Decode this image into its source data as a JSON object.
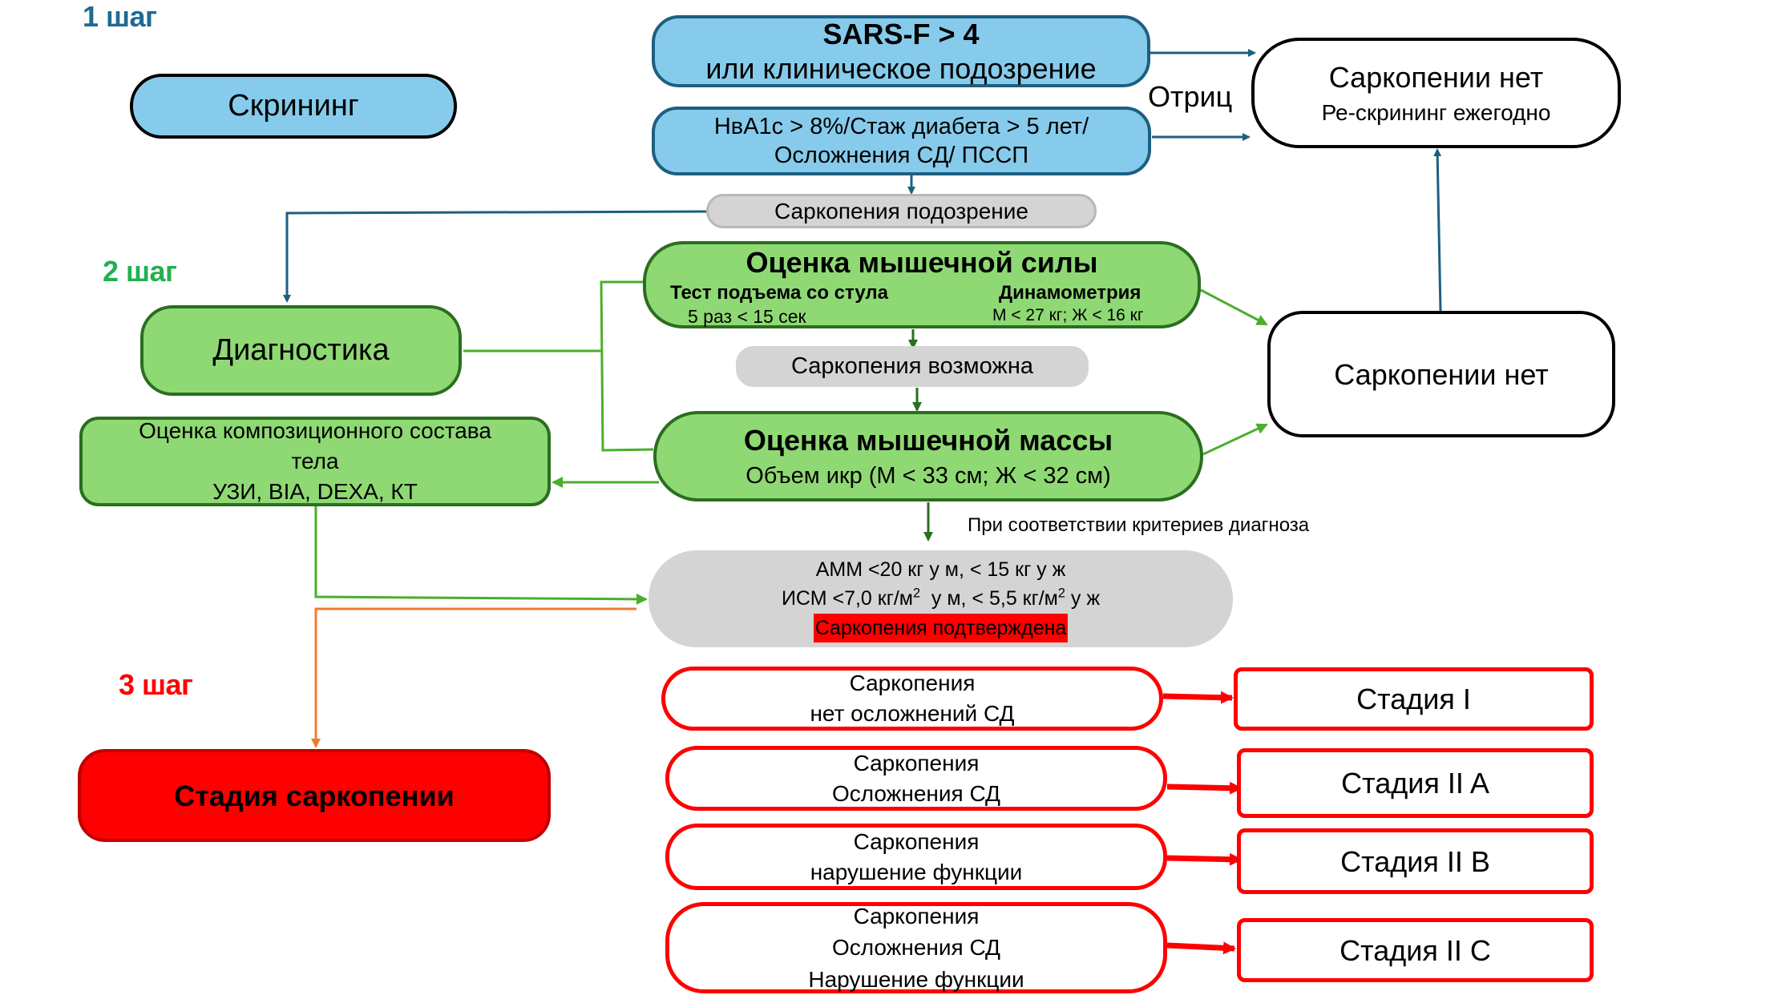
{
  "steps": {
    "step1": {
      "label": "1 шаг",
      "color": "#1f6a94"
    },
    "step2": {
      "label": "2 шаг",
      "color": "#22b050"
    },
    "step3": {
      "label": "3 шаг",
      "color": "#ff0000"
    }
  },
  "screening": {
    "label": "Скрининг"
  },
  "sarsf": {
    "title": "SARS-F > 4",
    "subtitle": "или клиническое подозрение"
  },
  "risk_factors": {
    "line1": "НвА1с > 8%/Стаж диабета > 5 лет/",
    "line2": "Осложнения СД/ ПССП"
  },
  "negative_label": "Отриц",
  "no_sarcopenia_top": {
    "title": "Саркопении нет",
    "subtitle": "Ре-скрининг ежегодно"
  },
  "suspicion": {
    "label": "Саркопения подозрение"
  },
  "diagnostics": {
    "label": "Диагностика"
  },
  "muscle_strength": {
    "title": "Оценка мышечной силы",
    "left_title": "Тест подъема со стула",
    "left_value": "5 раз < 15 сек",
    "right_title": "Динамометрия",
    "right_value": "М < 27 кг; Ж < 16 кг"
  },
  "possible": {
    "label": "Саркопения возможна"
  },
  "no_sarcopenia_mid": {
    "label": "Саркопении нет"
  },
  "body_composition": {
    "line1": "Оценка композиционного состава",
    "line2": "тела",
    "line3": "УЗИ, BIA, DEXA, КТ"
  },
  "muscle_mass": {
    "title": "Оценка мышечной массы",
    "subtitle": "Объем икр (М < 33 см; Ж < 32 см)"
  },
  "criteria_label": "При соответствии критериев диагноза",
  "confirm": {
    "amm": "АММ <20 кг у м, < 15 кг у ж",
    "ism_prefix": "ИСМ <7,0 кг/м",
    "ism_sup1": "2",
    "ism_mid": "  у м, < 5,5 кг/м",
    "ism_sup2": "2",
    "ism_suffix": " у ж",
    "confirmed": "Саркопения подтверждена"
  },
  "stage_root": {
    "label": "Стадия саркопении"
  },
  "conditions": [
    {
      "line1": "Саркопения",
      "line2": "нет осложнений СД",
      "line3": ""
    },
    {
      "line1": "Саркопения",
      "line2": "Осложнения СД",
      "line3": ""
    },
    {
      "line1": "Саркопения",
      "line2": "нарушение функции",
      "line3": ""
    },
    {
      "line1": "Саркопения",
      "line2": "Осложнения СД",
      "line3": "Нарушение функции"
    }
  ],
  "stages": [
    {
      "label": "Стадия I"
    },
    {
      "label": "Стадия II A"
    },
    {
      "label": "Стадия II B"
    },
    {
      "label": "Стадия II C"
    }
  ],
  "colors": {
    "blue_fill": "#86cbeb",
    "blue_line": "#1d5f80",
    "green_fill": "#8fd974",
    "green_line": "#2a6e1f",
    "green_arrow": "#4aae2e",
    "orange_arrow": "#ed7d31",
    "red": "#ff0000",
    "gray_fill": "#d4d4d4"
  }
}
